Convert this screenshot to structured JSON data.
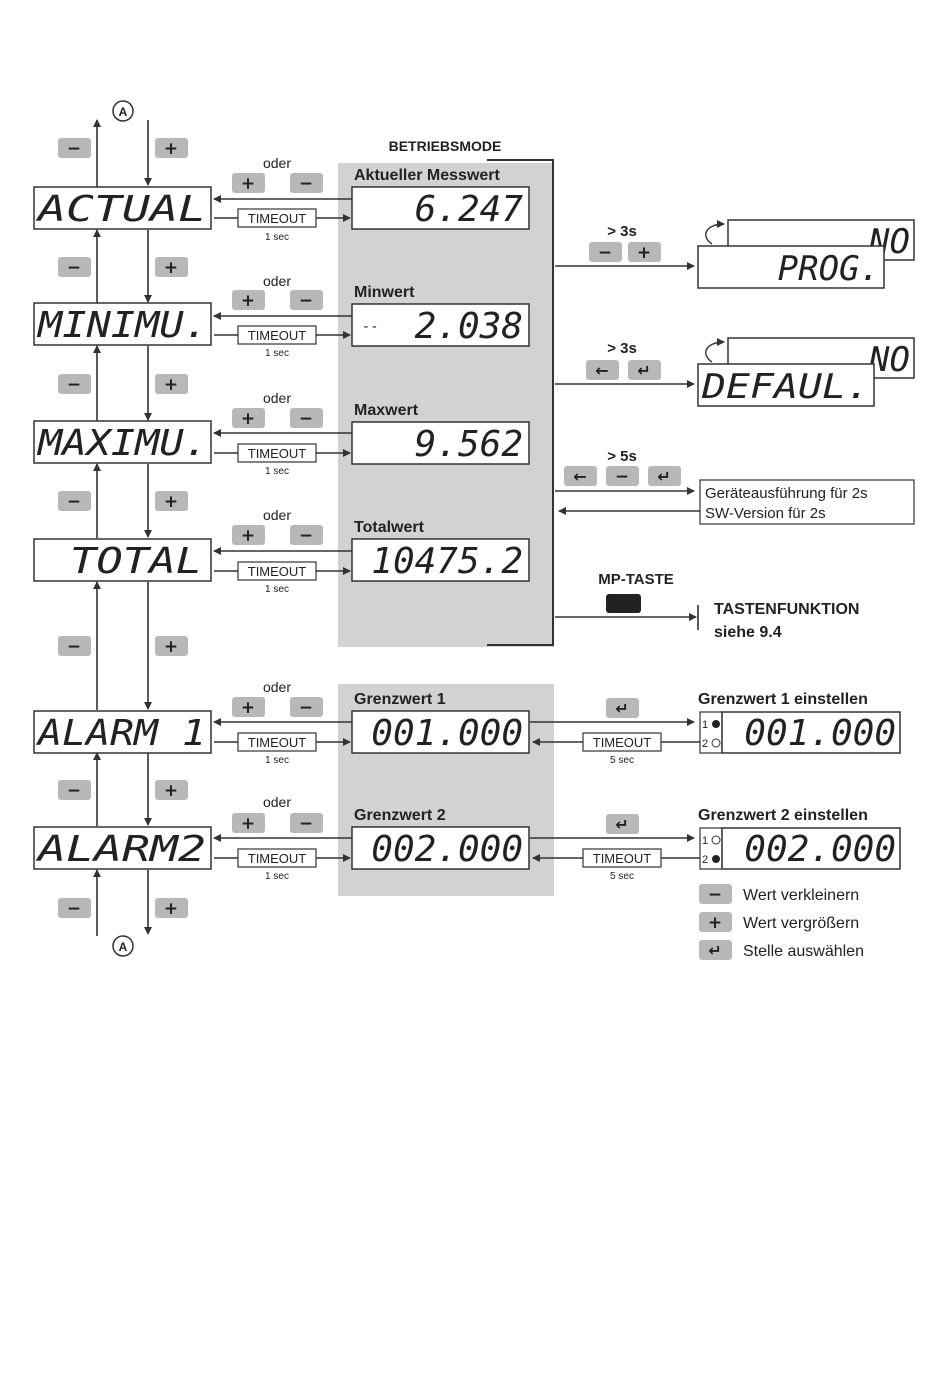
{
  "header": {
    "betriebsmode": "BETRIEBSMODE",
    "connector_top": "A",
    "connector_bottom": "A"
  },
  "menu": [
    {
      "display": "ACTUAL",
      "panel_label": "Aktueller Messwert",
      "panel_value": "6.247",
      "panel_prefix": ""
    },
    {
      "display": "MINIMU.",
      "panel_label": "Minwert",
      "panel_value": "2.038",
      "panel_prefix": "--"
    },
    {
      "display": "MAXIMU.",
      "panel_label": "Maxwert",
      "panel_value": "9.562",
      "panel_prefix": ""
    },
    {
      "display": "TOTAL",
      "panel_label": "Totalwert",
      "panel_value": "10475.2",
      "panel_prefix": ""
    },
    {
      "display": "ALARM 1",
      "panel_label": "Grenzwert 1",
      "panel_value": "001.000",
      "panel_prefix": ""
    },
    {
      "display": "ALARM2",
      "panel_label": "Grenzwert 2",
      "panel_value": "002.000",
      "panel_prefix": ""
    }
  ],
  "labels": {
    "oder": "oder",
    "timeout": "TIMEOUT",
    "one_sec": "1 sec",
    "five_sec": "5 sec",
    "minus": "−",
    "plus": "+",
    "enter": "↵",
    "back": "←"
  },
  "right_side": {
    "gt3s_a": "> 3s",
    "prog_no": "NO",
    "prog": "PROG.",
    "gt3s_b": "> 3s",
    "default_no": "NO",
    "default": "DEFAUL.",
    "gt5s": "> 5s",
    "version_line1": "Geräteausführung für 2s",
    "version_line2": "SW-Version für 2s",
    "mp_taste": "MP-TASTE",
    "tastenfunktion_line1": "TASTENFUNKTION",
    "tastenfunktion_line2": "siehe 9.4",
    "grenz1_title": "Grenzwert 1 einstellen",
    "grenz1_value": "001.000",
    "grenz2_title": "Grenzwert 2 einstellen",
    "grenz2_value": "002.000",
    "led_1": "1",
    "led_2": "2"
  },
  "legend": [
    {
      "symbol": "−",
      "text": "Wert verkleinern"
    },
    {
      "symbol": "+",
      "text": "Wert vergrößern"
    },
    {
      "symbol": "↵",
      "text": "Stelle auswählen"
    }
  ],
  "colors": {
    "panel_gray": "#d2d2d2",
    "button_gray": "#b8b8b8",
    "line": "#333333"
  }
}
